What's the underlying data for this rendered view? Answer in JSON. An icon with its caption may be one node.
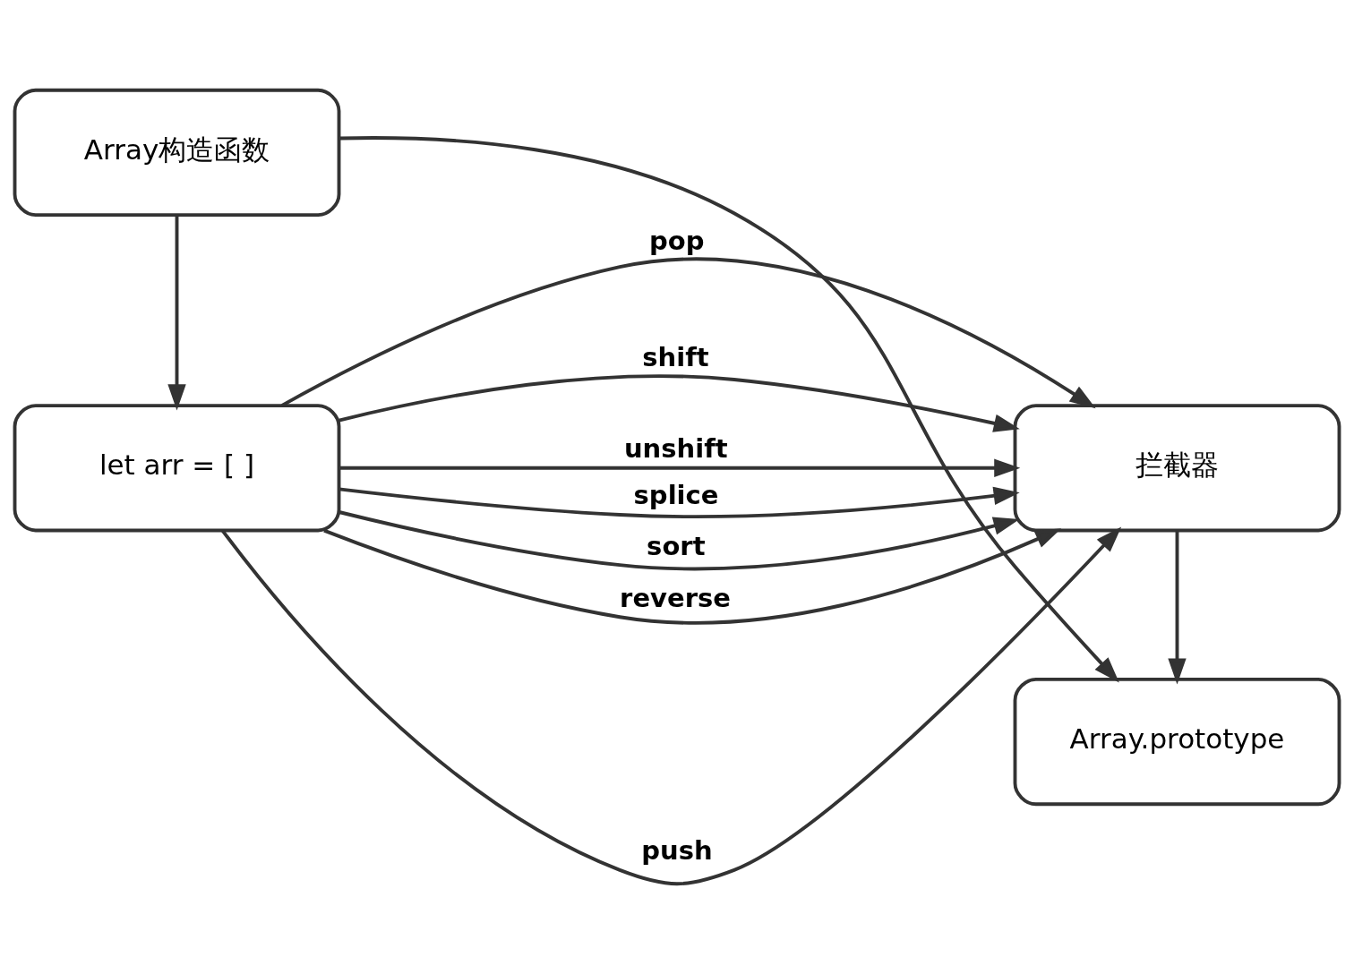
{
  "diagram": {
    "nodes": [
      {
        "text": [
          "Array构造函数"
        ]
      },
      {
        "text": [
          "Array.prototype"
        ]
      },
      {
        "text": [
          "let arr = [ ]"
        ]
      },
      {
        "text": [
          "拦截器"
        ]
      }
    ],
    "edges": [
      {
        "from": 0,
        "to": 1,
        "arrow": "to"
      },
      {
        "from": 0,
        "to": 2,
        "arrow": "to"
      },
      {
        "from": 3,
        "to": 1,
        "arrow": "to"
      },
      {
        "from": 2,
        "to": 3,
        "arrow": "to",
        "label": "push"
      },
      {
        "from": 2,
        "to": 3,
        "arrow": "to",
        "label": "pop"
      },
      {
        "from": 2,
        "to": 3,
        "arrow": "to",
        "label": "shift"
      },
      {
        "from": 2,
        "to": 3,
        "arrow": "to",
        "label": "unshift"
      },
      {
        "from": 2,
        "to": 3,
        "arrow": "to",
        "label": "splice"
      },
      {
        "from": 2,
        "to": 3,
        "arrow": "to",
        "label": "sort"
      },
      {
        "from": 2,
        "to": 3,
        "arrow": "to",
        "label": "reverse"
      }
    ]
  }
}
